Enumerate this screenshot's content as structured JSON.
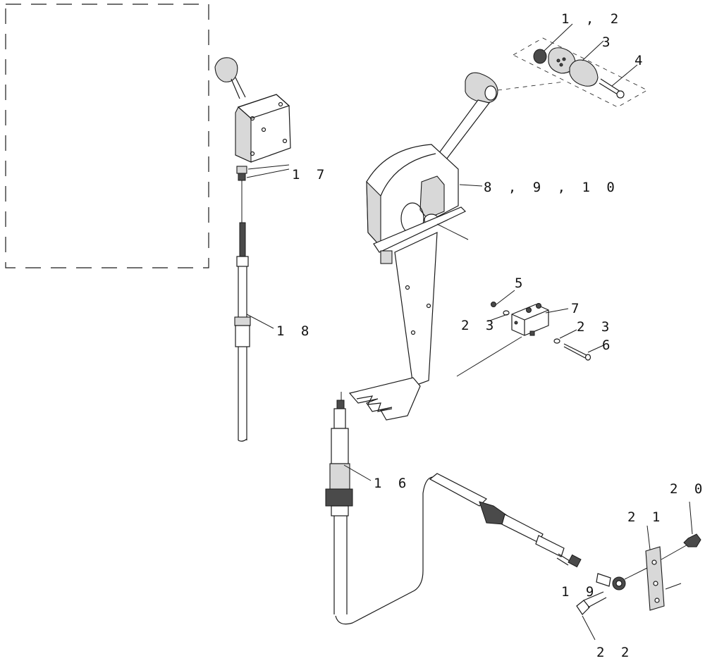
{
  "diagram": {
    "callouts": {
      "c_1_2": "1 , 2",
      "c_3": "3",
      "c_4": "4",
      "c_5": "5",
      "c_6": "6",
      "c_7": "7",
      "c_8_9_10": "8 , 9 , 1 0",
      "c_16": "1 6",
      "c_17": "1 7",
      "c_18": "1 8",
      "c_19": "1 9",
      "c_20": "2 0",
      "c_21": "2 1",
      "c_22": "2 2",
      "c_23a": "2 3",
      "c_23b": "2 3"
    }
  }
}
